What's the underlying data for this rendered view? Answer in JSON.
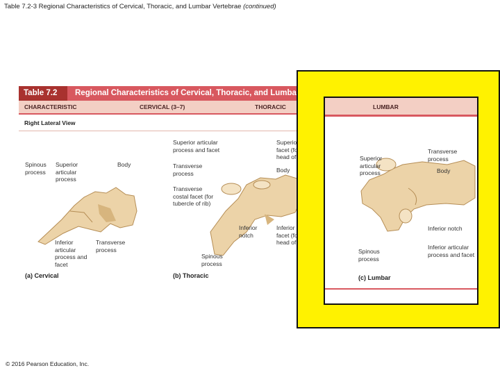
{
  "slide": {
    "title_main": "Table 7.2-3 Regional Characteristics of Cervical, Thoracic, and Lumbar Vertebrae",
    "title_suffix": "(continued)",
    "copyright": "© 2016 Pearson Education, Inc."
  },
  "table": {
    "number": "Table 7.2",
    "title": "Regional Characteristics of Cervical, Thoracic, and Lumbar Vertebrae",
    "columns": [
      "CHARACTERISTIC",
      "CERVICAL (3–7)",
      "THORACIC",
      "LUMBAR"
    ],
    "row_label": "Right Lateral View"
  },
  "cervical": {
    "caption": "(a) Cervical",
    "labels": [
      "Spinous process",
      "Superior articular process",
      "Body",
      "Inferior articular process and facet",
      "Transverse process"
    ]
  },
  "thoracic": {
    "caption": "(b) Thoracic",
    "labels": [
      "Superior articular process and facet",
      "Transverse process",
      "Transverse costal facet (for tubercle of rib)",
      "Superior facet (for head of rib)",
      "Body",
      "Inferior notch",
      "Inferior facet (for head of rib)",
      "Spinous process"
    ]
  },
  "lumbar": {
    "caption": "(c) Lumbar",
    "labels": [
      "Superior articular process",
      "Transverse process",
      "Body",
      "Inferior notch",
      "Spinous process",
      "Inferior articular process and facet"
    ]
  },
  "colors": {
    "header_bar": "#d8585f",
    "header_dark": "#a9322f",
    "column_band": "#f3cfc4",
    "highlight_box": "#fff200",
    "bone": "#ecd3a8"
  }
}
